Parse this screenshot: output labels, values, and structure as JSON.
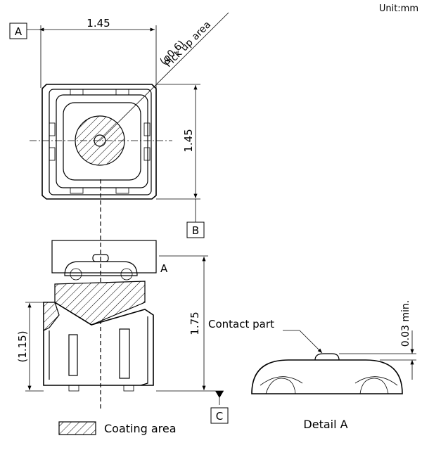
{
  "units_label": "Unit:mm",
  "datum_a": "A",
  "datum_b": "B",
  "datum_c": "C",
  "top_view": {
    "width_dim": "1.45",
    "height_dim": "1.45",
    "pickup_label": "(φ0.6)",
    "pickup_text": "Pick up area"
  },
  "side_view": {
    "height_dim": "1.75",
    "lower_dim": "(1.15)",
    "detail_marker": "A"
  },
  "detail": {
    "contact_label": "Contact part",
    "min_dim": "0.03 min.",
    "title": "Detail A"
  },
  "legend": {
    "coating_label": "Coating area"
  }
}
